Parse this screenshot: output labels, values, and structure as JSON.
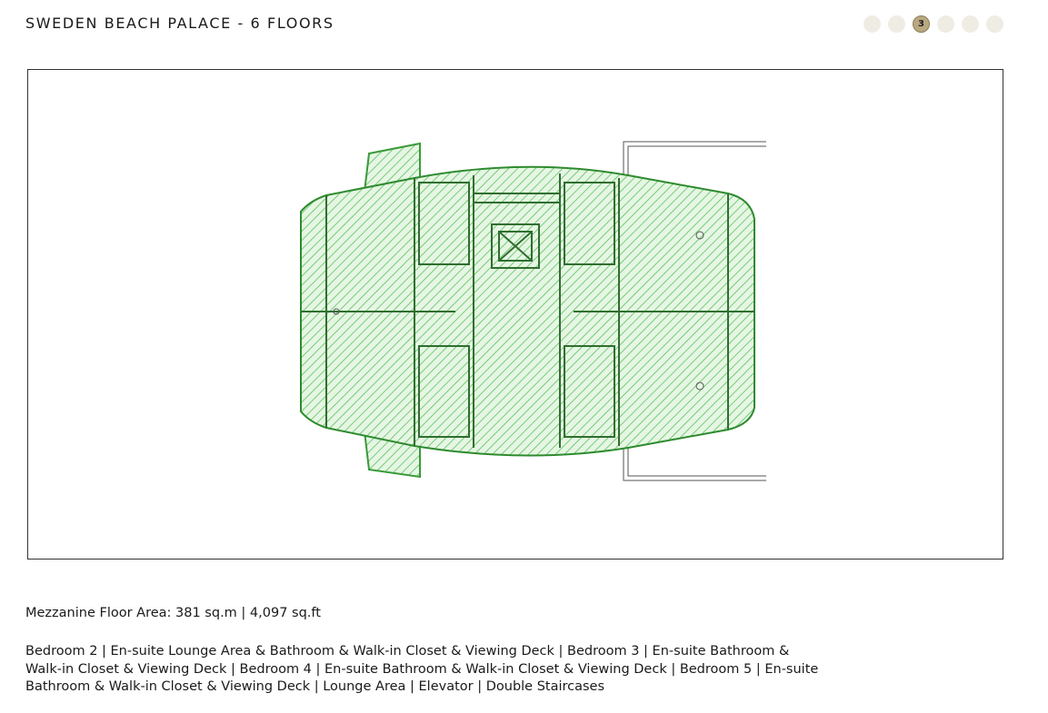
{
  "header": {
    "title": "SWEDEN BEACH PALACE - 6 FLOORS"
  },
  "pagination": {
    "pages": [
      "",
      "",
      "3",
      "",
      "",
      ""
    ],
    "current": 3
  },
  "colors": {
    "hatch": "#4fbf4f",
    "outline": "#2e8b2e",
    "dot_active": "#b9a880",
    "dot": "#efece4"
  },
  "floor": {
    "area": "Mezzanine Floor Area: 381 sq.m | 4,097 sq.ft",
    "description": "Bedroom 2 | En-suite Lounge Area & Bathroom & Walk-in Closet & Viewing Deck | Bedroom 3 | En-suite Bathroom & Walk-in Closet & Viewing Deck | Bedroom 4 | En-suite Bathroom & Walk-in Closet & Viewing Deck | Bedroom 5 | En-suite Bathroom & Walk-in Closet & Viewing Deck | Lounge Area | Elevator | Double Staircases"
  }
}
